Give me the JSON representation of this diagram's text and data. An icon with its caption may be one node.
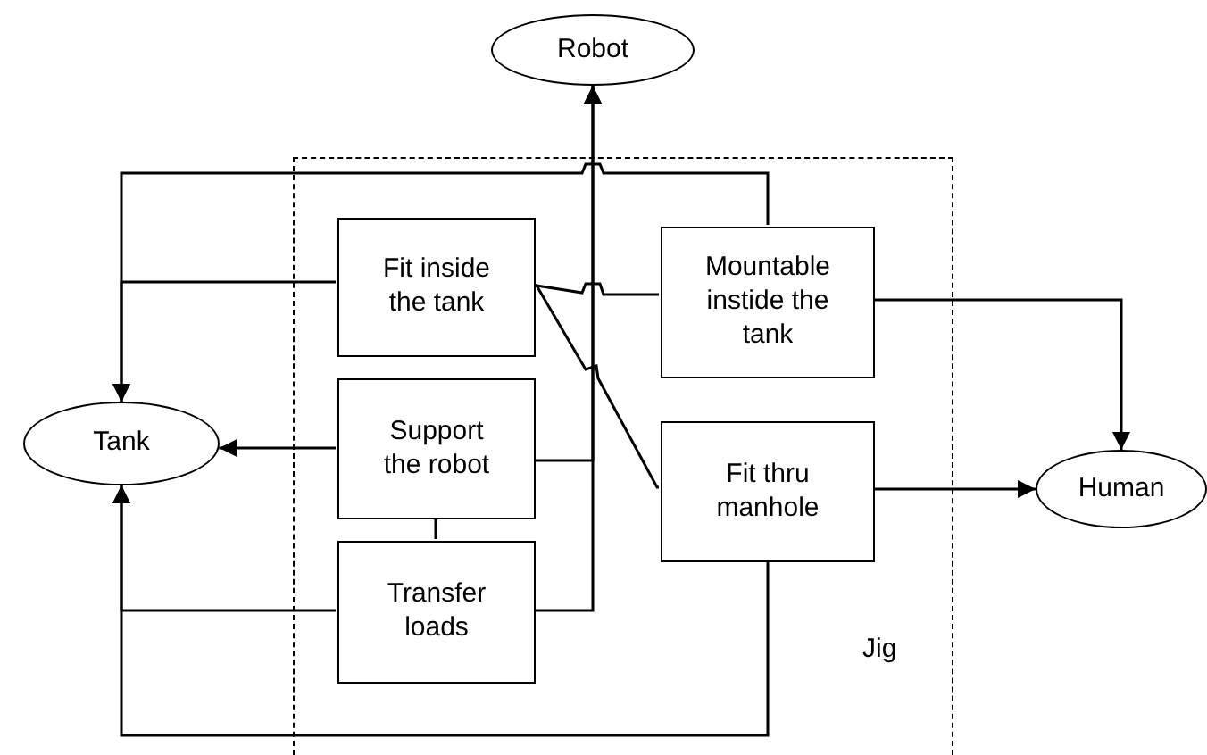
{
  "diagram": {
    "nodes": [
      {
        "text": [
          "Robot"
        ]
      },
      {
        "text": [
          "Jig"
        ]
      },
      {
        "text": [
          "Fit inside the tank"
        ],
        "in": 1
      },
      {
        "text": [
          "Mountable instide the tank"
        ],
        "in": 1
      },
      {
        "text": [
          "Tank"
        ]
      },
      {
        "text": [
          "Support the robot"
        ],
        "in": 1
      },
      {
        "text": [
          "Fit thru manhole"
        ],
        "in": 1
      },
      {
        "text": [
          "Human"
        ]
      },
      {
        "text": [
          "Transfer loads"
        ],
        "in": 1
      }
    ],
    "edges": [
      {
        "from": 5,
        "to": 0,
        "arrow": "to"
      },
      {
        "from": 8,
        "to": 0,
        "arrow": "to"
      },
      {
        "from": 3,
        "to": 4,
        "arrow": "to"
      },
      {
        "from": 2,
        "to": 4,
        "arrow": "to"
      },
      {
        "from": 5,
        "to": 4,
        "arrow": "to"
      },
      {
        "from": 8,
        "to": 4,
        "arrow": "to"
      },
      {
        "from": 6,
        "to": 4,
        "arrow": "to"
      },
      {
        "from": 2,
        "to": 3,
        "arrow": "none"
      },
      {
        "from": 2,
        "to": 6,
        "arrow": "none"
      },
      {
        "from": 5,
        "to": 8,
        "arrow": "none"
      },
      {
        "from": 3,
        "to": 7,
        "arrow": "to"
      },
      {
        "from": 6,
        "to": 7,
        "arrow": "to"
      }
    ]
  }
}
